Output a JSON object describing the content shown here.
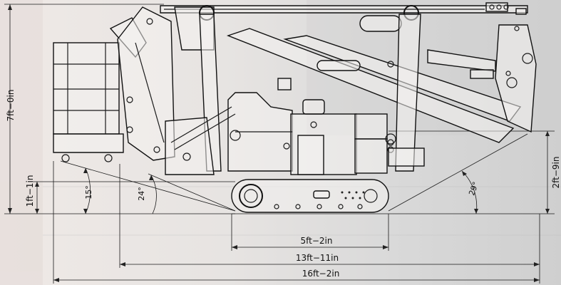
{
  "dimensions": {
    "height_total": "7ft−0in",
    "height_low": "1ft−1in",
    "height_right": "2ft−9in",
    "track_length": "5ft−2in",
    "mid_length": "13ft−11in",
    "total_length": "16ft−2in"
  },
  "angles": {
    "front": "15°",
    "front_inner": "24°",
    "rear": "29°"
  },
  "colors": {
    "line": "#1a1a1a",
    "background": "#e7e4e2"
  }
}
